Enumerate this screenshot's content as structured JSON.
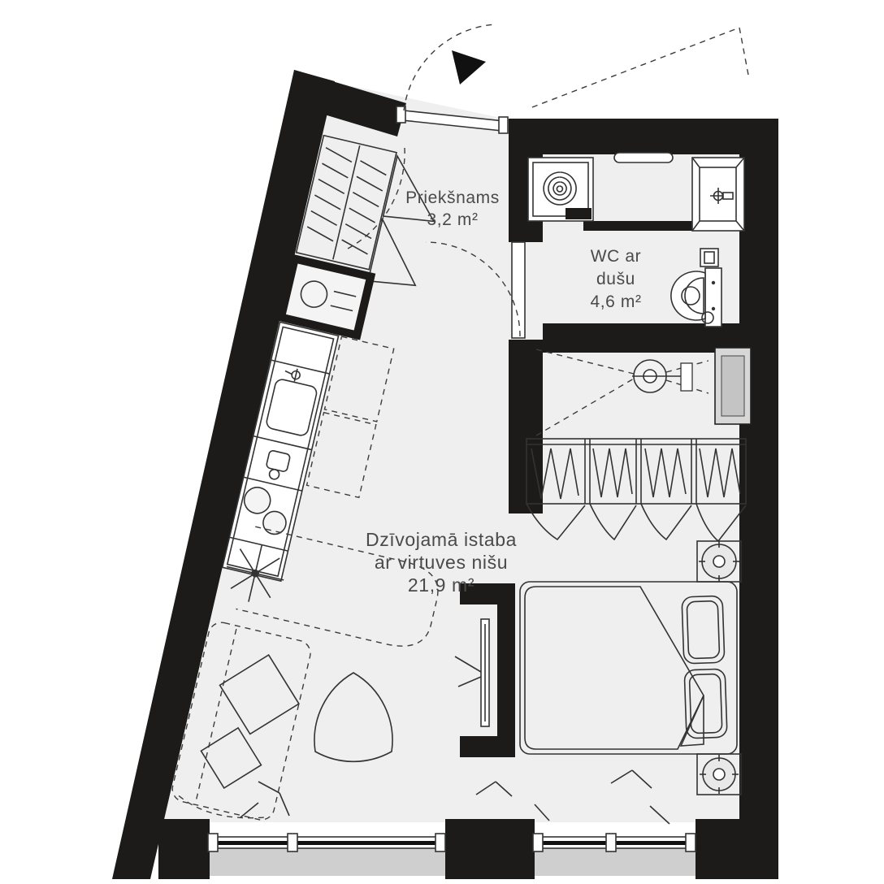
{
  "title": "Apartment floor plan",
  "rooms": {
    "hallway": {
      "name": "Priekšnams",
      "area": "3,2 m²"
    },
    "bathroom": {
      "name_line1": "WC ar",
      "name_line2": "dušu",
      "area": "4,6 m²"
    },
    "living_room": {
      "name_line1": "Dzīvojamā istaba",
      "name_line2": "ar virtuves nišu",
      "area": "21,9 m²"
    }
  },
  "colors": {
    "wall": "#1d1b19",
    "label_text": "#4a4a4a",
    "floor": "#efefef",
    "duvet": "#c6c6c6",
    "bed_base": "#e2e2e2",
    "sill": "#cfcfcf",
    "wardrobe_fill": "#e9e9e9"
  }
}
